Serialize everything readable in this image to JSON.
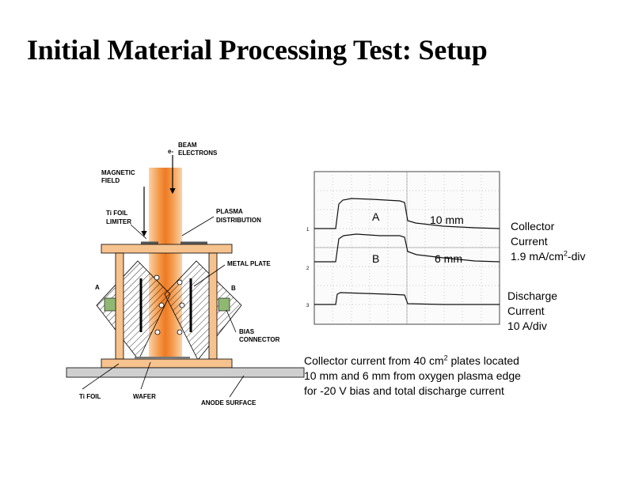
{
  "title": "Initial Material Processing Test: Setup",
  "apparatus": {
    "beam_label_line1": "BEAM",
    "beam_label_line2": "ELECTRONS",
    "beam_symbol": "e-",
    "magnetic_field_line1": "MAGNETIC",
    "magnetic_field_line2": "FIELD",
    "ti_foil_limiter_line1": "Ti FOIL",
    "ti_foil_limiter_line2": "LIMITER",
    "plasma_distribution_line1": "PLASMA",
    "plasma_distribution_line2": "DISTRIBUTION",
    "metal_plate": "METAL PLATE",
    "plate_a": "A",
    "plate_b": "B",
    "bias_connector_line1": "BIAS",
    "bias_connector_line2": "CONNECTOR",
    "ti_foil": "Ti FOIL",
    "wafer": "WAFER",
    "anode_surface": "ANODE SURFACE",
    "colors": {
      "beam": "#f07f2a",
      "frame": "#f6c28e",
      "electrode": "#8fb873",
      "hatch": "#000000"
    }
  },
  "oscilloscope": {
    "trace_a_label": "A",
    "trace_a_distance": "10 mm",
    "trace_b_label": "B",
    "trace_b_distance": "6 mm",
    "channel_1": "1",
    "channel_2": "2",
    "channel_3": "3"
  },
  "legend": {
    "collector_line1": "Collector",
    "collector_line2": "Current",
    "collector_line3_pre": "1.9 mA/cm",
    "collector_line3_sup": "2",
    "collector_line3_post": "-div",
    "discharge_line1": "Discharge",
    "discharge_line2": "Current",
    "discharge_line3": "10 A/div"
  },
  "caption": {
    "line1_pre": "Collector current from 40 cm",
    "line1_sup": "2",
    "line1_post": " plates located",
    "line2": "10 mm and 6 mm from oxygen plasma edge",
    "line3": "for -20 V bias and total discharge current"
  }
}
